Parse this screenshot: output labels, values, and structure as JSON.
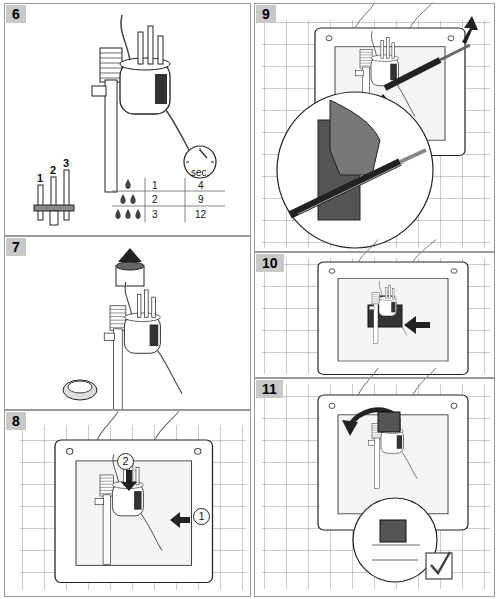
{
  "diagram": {
    "nodes": [
      {
        "text": [
          "6"
        ]
      },
      {
        "text": [
          "7"
        ]
      },
      {
        "text": [
          "8"
        ]
      },
      {
        "text": [
          "2"
        ],
        "in": 2
      },
      {
        "text": [
          "1"
        ],
        "in": 2
      },
      {
        "text": [
          "9"
        ]
      },
      {
        "text": [
          "10"
        ]
      },
      {
        "text": [
          "11"
        ]
      }
    ],
    "labels": [
      "1",
      "2",
      "3",
      "sec.",
      "1",
      "4",
      "2",
      "9",
      "3",
      "12"
    ]
  }
}
